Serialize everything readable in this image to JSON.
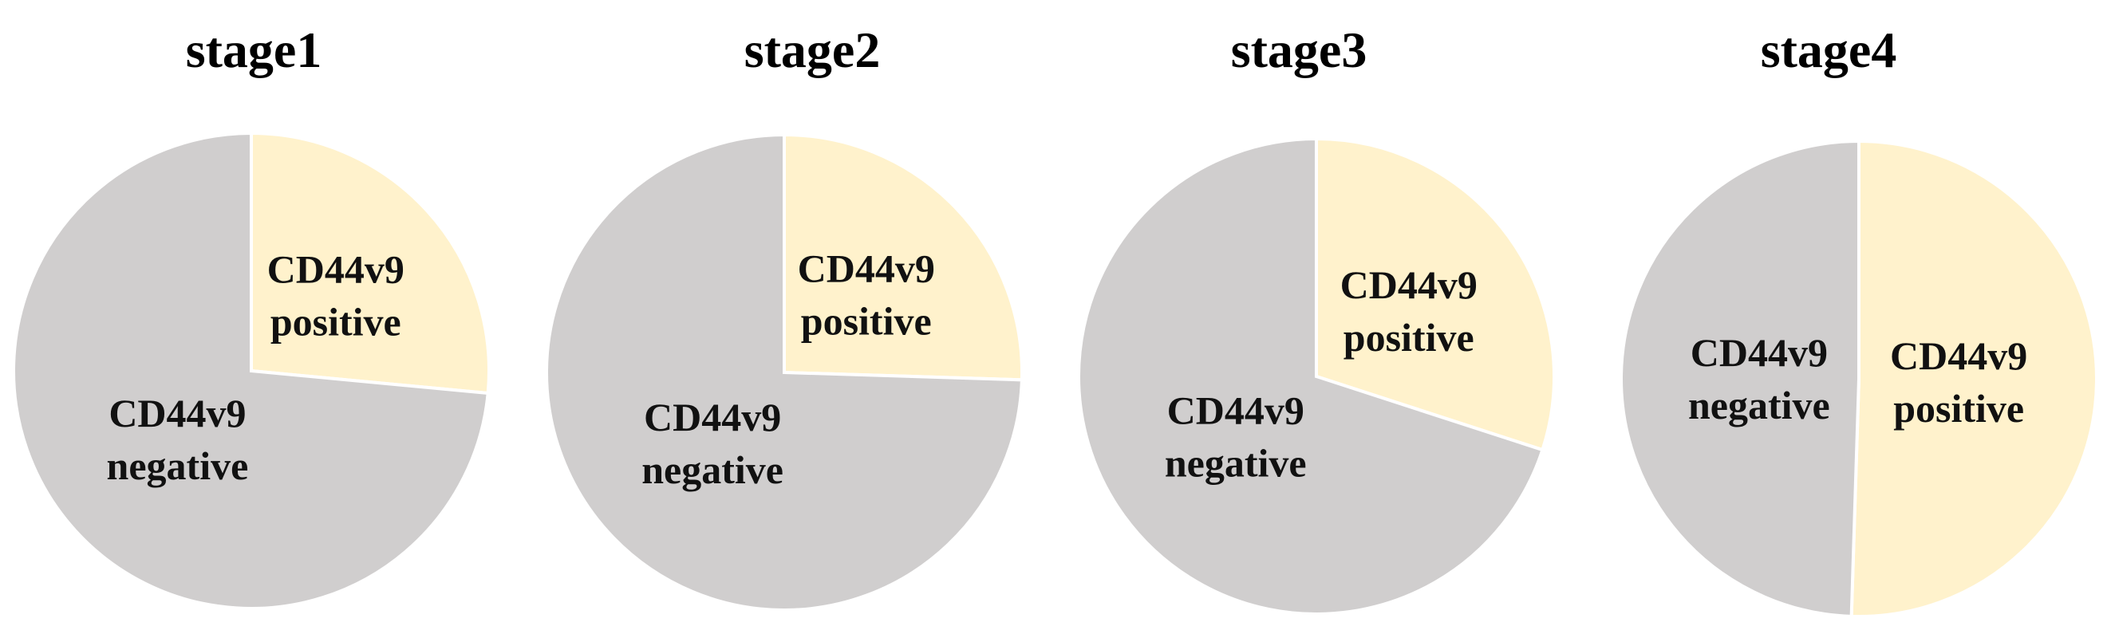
{
  "chart_data": [
    {
      "type": "pie",
      "title": "stage1",
      "slices": [
        {
          "label": [
            "CD44v9",
            "positive"
          ],
          "value": 26.5,
          "color": "#fff2cc"
        },
        {
          "label": [
            "CD44v9",
            "negative"
          ],
          "value": 73.5,
          "color": "#d0cece"
        }
      ]
    },
    {
      "type": "pie",
      "title": "stage2",
      "slices": [
        {
          "label": [
            "CD44v9",
            "positive"
          ],
          "value": 25.5,
          "color": "#fff2cc"
        },
        {
          "label": [
            "CD44v9",
            "negative"
          ],
          "value": 74.5,
          "color": "#d0cece"
        }
      ]
    },
    {
      "type": "pie",
      "title": "stage3",
      "slices": [
        {
          "label": [
            "CD44v9",
            "positive"
          ],
          "value": 30.0,
          "color": "#fff2cc"
        },
        {
          "label": [
            "CD44v9",
            "negative"
          ],
          "value": 70.0,
          "color": "#d0cece"
        }
      ]
    },
    {
      "type": "pie",
      "title": "stage4",
      "slices": [
        {
          "label": [
            "CD44v9",
            "positive"
          ],
          "value": 50.5,
          "color": "#fff2cc"
        },
        {
          "label": [
            "CD44v9",
            "negative"
          ],
          "value": 49.5,
          "color": "#d0cece"
        }
      ]
    }
  ]
}
